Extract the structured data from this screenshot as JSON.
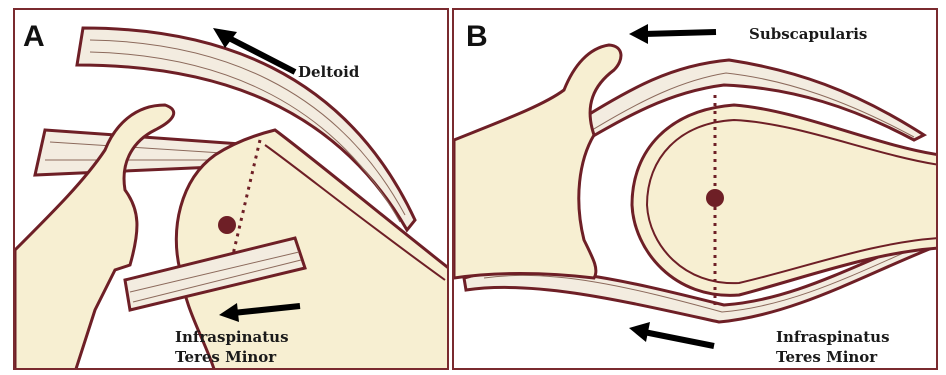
{
  "panels": [
    {
      "letter": "A",
      "labels": {
        "deltoid": "Deltoid",
        "infraspinatus": "Infraspinatus",
        "teres_minor": "Teres Minor"
      }
    },
    {
      "letter": "B",
      "labels": {
        "subscapularis": "Subscapularis",
        "infraspinatus": "Infraspinatus",
        "teres_minor": "Teres Minor"
      }
    }
  ],
  "colors": {
    "bone_fill": "#f7efd2",
    "outline": "#6e1f26",
    "muscle_fill": "#f3ece0",
    "muscle_stroke": "#7a5a50",
    "arrow": "#000000",
    "border": "#7a2a2f"
  }
}
